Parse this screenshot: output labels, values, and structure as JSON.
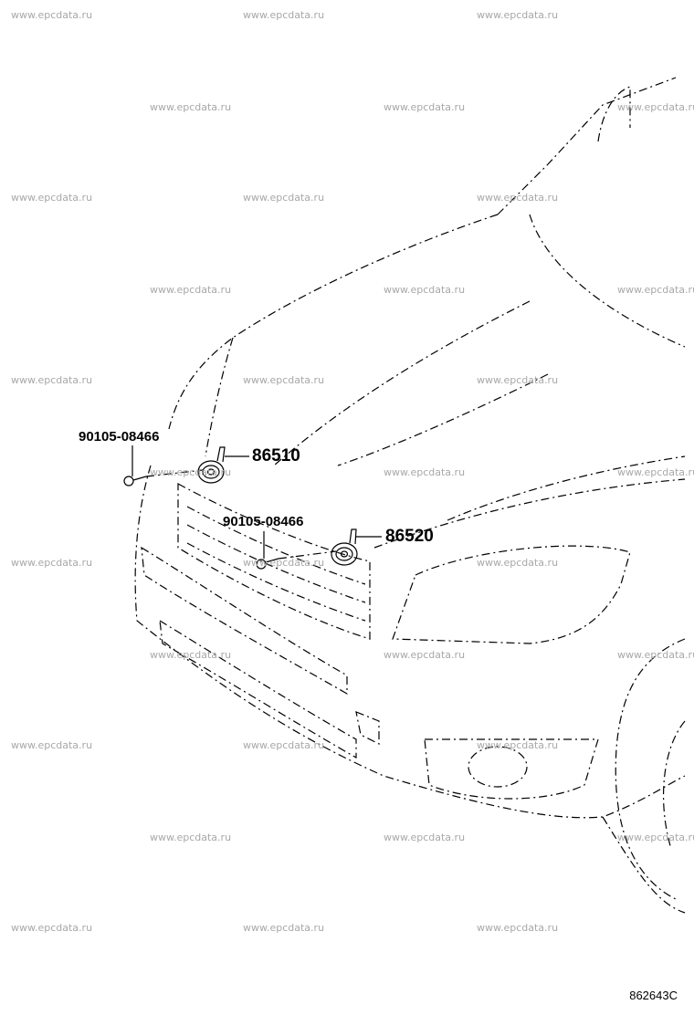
{
  "watermark_text": "www.epcdata.ru",
  "callouts": {
    "horn_high": "86510",
    "horn_low": "86520",
    "bolt_upper": "90105-08466",
    "bolt_lower": "90105-08466"
  },
  "illustration_code": "862643C"
}
